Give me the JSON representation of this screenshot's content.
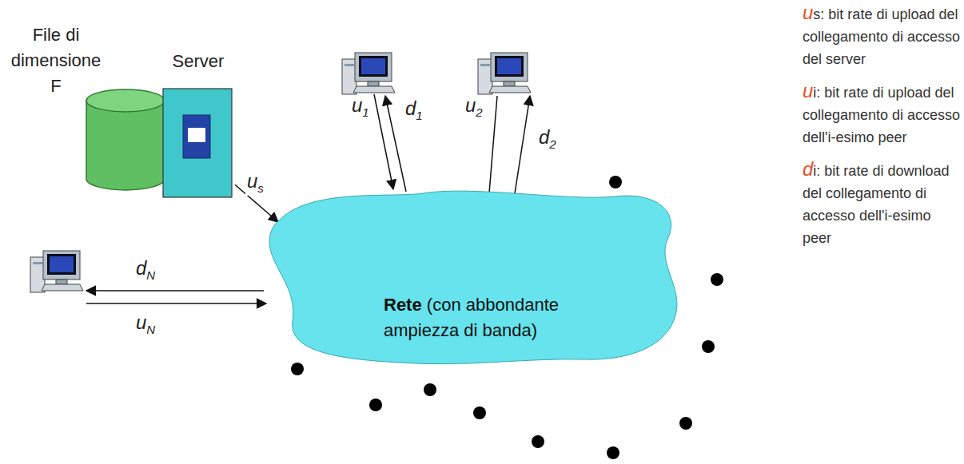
{
  "diagram": {
    "nodes": [
      {
        "text": [
          "File di dimensione F"
        ]
      },
      {
        "text": [
          "Server"
        ]
      },
      {
        "text": [
          "Rete",
          "(con abbondante ampiezza di banda)"
        ]
      }
    ],
    "edges": [
      {
        "from": 1,
        "to": 2,
        "arrow": "to",
        "label": "us"
      }
    ],
    "labels": [
      "u1",
      "d1",
      "u2",
      "d2",
      "dN",
      "uN",
      "us: bit rate di upload del collegamento di accesso del server",
      "ui: bit rate di upload del collegamento di accesso dell'i-esimo peer",
      "di: bit rate di download del collegamento di accesso dell'i-esimo peer"
    ]
  }
}
